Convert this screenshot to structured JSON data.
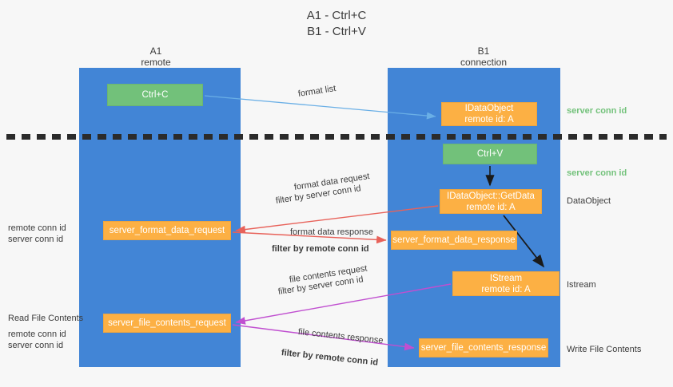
{
  "title": {
    "line1": "A1 - Ctrl+C",
    "line2": "B1 - Ctrl+V"
  },
  "columns": {
    "a1": {
      "name": "A1",
      "role": "remote"
    },
    "b1": {
      "name": "B1",
      "role": "connection"
    }
  },
  "colors": {
    "lane": "#4285d6",
    "green_box": "#72c17a",
    "orange_box": "#fcb044",
    "server_conn": "#73c27b",
    "remote_conn": "#c04fd0",
    "arrow_light_blue": "#6aafe6",
    "arrow_red": "#e8625a",
    "arrow_magenta": "#c04fd0",
    "arrow_black": "#1a1a1a",
    "background": "#f7f7f7"
  },
  "boxes": {
    "ctrl_c": "Ctrl+C",
    "idataobject": {
      "line1": "IDataObject",
      "line2": "remote id: A"
    },
    "ctrl_v": "Ctrl+V",
    "getdata": {
      "line1": "IDataObject::GetData",
      "line2": "remote id: A"
    },
    "istream": {
      "line1": "IStream",
      "line2": "remote id: A"
    },
    "server_format_data_request": "server_format_data_request",
    "server_format_data_response": "server_format_data_response",
    "server_file_contents_request": "server_file_contents_request",
    "server_file_contents_response": "server_file_contents_response"
  },
  "arrow_labels": {
    "format_list": "format list",
    "format_data_request": "format data request",
    "format_data_request_filter_prefix": "filter by ",
    "format_data_request_filter_value": "server conn id",
    "format_data_response": "format data response",
    "format_data_response_filter_prefix": "filter by ",
    "format_data_response_filter_value": "remote conn id",
    "file_contents_request": "file contents request",
    "file_contents_request_filter_prefix": "filter by ",
    "file_contents_request_filter_value": "server conn id",
    "file_contents_response": "file contents response",
    "file_contents_response_filter_prefix": "filter by ",
    "file_contents_response_filter_value": "remote conn id"
  },
  "right_labels": {
    "server_conn_id_top": "server conn id",
    "server_conn_id_mid": "server conn id",
    "dataobject": "DataObject",
    "istream": "Istream",
    "write_file_contents": "Write File Contents"
  },
  "left_labels": {
    "remote_conn_id_1": "remote conn id",
    "server_conn_id_1": "server conn id",
    "read_file_contents": "Read File Contents",
    "remote_conn_id_2": "remote conn id",
    "server_conn_id_2": "server conn id"
  }
}
